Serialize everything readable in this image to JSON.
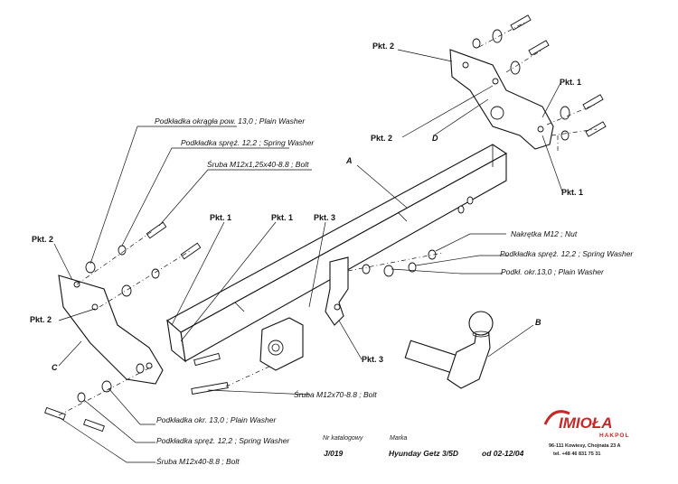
{
  "labels": {
    "washer_round": "Podkładka okrągła pow. 13,0 ; Plain Washer",
    "spring_washer_top": "Podkładka spręż. 12,2 ; Spring Washer",
    "bolt_top": "Śruba M12x1,25x40-8.8 ;  Bolt",
    "nut": "Nakrętka  M12 ; Nut",
    "spring_washer_right": "Podkładka spręż. 12,2 ; Spring Washer",
    "plain_washer_right": "Podkł. okr.13,0 ; Plain Washer",
    "bolt_mid": "Śruba M12x70-8.8 ;  Bolt",
    "plain_washer_bottom": "Podkładka okr. 13,0 ; Plain Washer",
    "spring_washer_bottom": "Podkładka spręż. 12,2 ; Spring Washer",
    "bolt_bottom": "Śruba M12x40-8.8 ;  Bolt"
  },
  "pkt": {
    "pkt2": "Pkt. 2",
    "pkt1": "Pkt. 1",
    "pkt3": "Pkt. 3"
  },
  "parts": {
    "A": "A",
    "B": "B",
    "C": "C",
    "D": "D"
  },
  "title_block": {
    "catalog_label": "Nr katalogowy",
    "catalog_value": "J/019",
    "make_label": "Marka",
    "make_value": "Hyunday Getz 3/5D",
    "date_value": "od 02-12/04"
  },
  "brand": {
    "name": "IMIOŁA",
    "sub": "HAKPOL",
    "address": "96-111 Kowiesy, Chojnata 23 A",
    "phone": "tel. +48 46 831 75 31"
  },
  "colors": {
    "brand_red": "#c62828",
    "line": "#111111"
  }
}
